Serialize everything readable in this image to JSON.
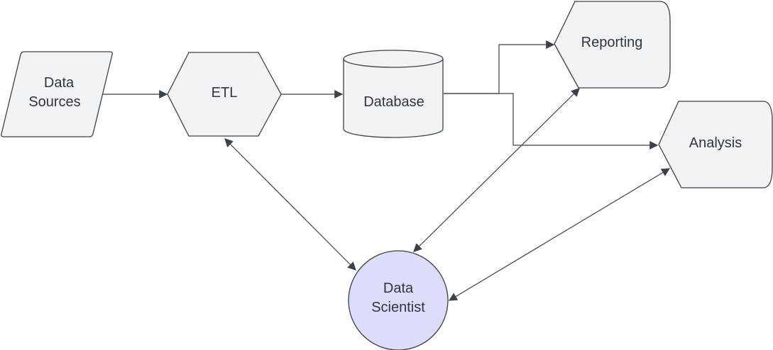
{
  "diagram": {
    "colors": {
      "node_fill": "#f2f3f5",
      "highlight_fill": "#dcdcfb",
      "stroke": "#3a414a",
      "text": "#2f3640"
    },
    "nodes": {
      "data_sources": {
        "line1": "Data",
        "line2": "Sources"
      },
      "etl": {
        "label": "ETL"
      },
      "database": {
        "label": "Database"
      },
      "reporting": {
        "label": "Reporting"
      },
      "analysis": {
        "label": "Analysis"
      },
      "data_scientist": {
        "line1": "Data",
        "line2": "Scientist"
      }
    },
    "edges": [
      {
        "from": "Data Sources",
        "to": "ETL",
        "direction": "forward"
      },
      {
        "from": "ETL",
        "to": "Database",
        "direction": "forward"
      },
      {
        "from": "Database",
        "to": "Reporting",
        "direction": "forward"
      },
      {
        "from": "Database",
        "to": "Analysis",
        "direction": "forward"
      },
      {
        "from": "ETL",
        "to": "Data Scientist",
        "direction": "both"
      },
      {
        "from": "Reporting",
        "to": "Data Scientist",
        "direction": "both"
      },
      {
        "from": "Analysis",
        "to": "Data Scientist",
        "direction": "both"
      }
    ]
  }
}
